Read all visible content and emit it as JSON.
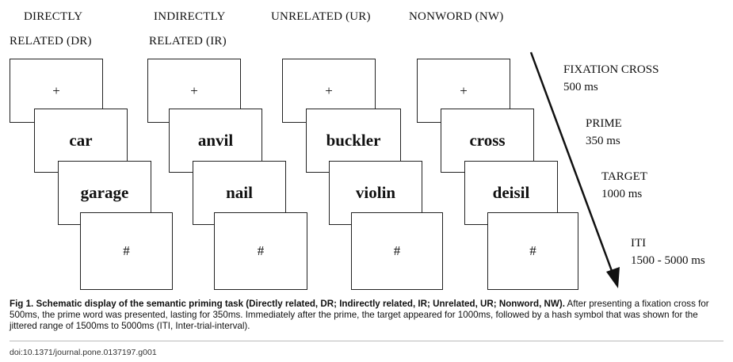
{
  "conditions": [
    {
      "line1": "DIRECTLY",
      "line2": "RELATED (DR)",
      "fixation": "+",
      "prime": "car",
      "target": "garage",
      "iti": "#"
    },
    {
      "line1": "INDIRECTLY",
      "line2": "RELATED (IR)",
      "fixation": "+",
      "prime": "anvil",
      "target": "nail",
      "iti": "#"
    },
    {
      "line1": "UNRELATED (UR)",
      "line2": "",
      "fixation": "+",
      "prime": "buckler",
      "target": "violin",
      "iti": "#"
    },
    {
      "line1": "NONWORD (NW)",
      "line2": "",
      "fixation": "+",
      "prime": "cross",
      "target": "deisil",
      "iti": "#"
    }
  ],
  "stages": [
    {
      "name": "FIXATION CROSS",
      "duration": "500 ms"
    },
    {
      "name": "PRIME",
      "duration": "350 ms"
    },
    {
      "name": "TARGET",
      "duration": "1000 ms"
    },
    {
      "name": "ITI",
      "duration": "1500 - 5000 ms"
    }
  ],
  "caption": {
    "bold": "Fig 1. Schematic display of the semantic priming task (Directly related, DR; Indirectly related, IR; Unrelated, UR; Nonword, NW).",
    "text": " After presenting a fixation cross for 500ms, the prime word was presented, lasting for 350ms. Immediately after the prime, the target appeared for 1000ms, followed by a hash symbol that was shown for the jittered range of 1500ms to 5000ms (ITI, Inter-trial-interval)."
  },
  "doi": "doi:10.1371/journal.pone.0137197.g001",
  "colors": {
    "ink": "#111111",
    "border": "#222222"
  }
}
